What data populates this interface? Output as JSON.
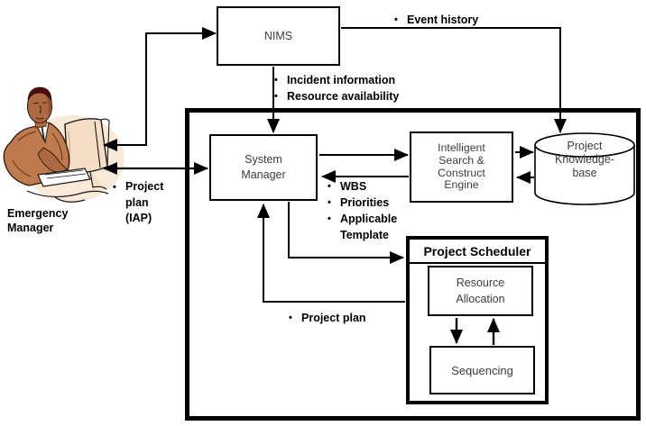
{
  "diagram": {
    "boxes": {
      "nims": {
        "label": "NIMS"
      },
      "system_manager": {
        "lines": [
          "System",
          "Manager"
        ]
      },
      "search_engine": {
        "lines": [
          "Intelligent",
          "Search &",
          "Construct",
          "Engine"
        ]
      },
      "knowledge_base": {
        "lines": [
          "Project",
          "Knowledge-",
          "base"
        ]
      },
      "project_scheduler": {
        "title": "Project Scheduler"
      },
      "resource_allocation": {
        "lines": [
          "Resource",
          "Allocation"
        ]
      },
      "sequencing": {
        "label": "Sequencing"
      }
    },
    "annotations": {
      "event_history": {
        "bullet": "•",
        "text": "Event history"
      },
      "incident_information": {
        "bullet": "•",
        "text": "Incident information"
      },
      "resource_availability": {
        "bullet": "•",
        "text": "Resource availability"
      },
      "project_plan_iap": {
        "bullet": "•",
        "lines": [
          "Project",
          "plan",
          "(IAP)"
        ]
      },
      "sm_outputs": {
        "bullet": "•",
        "items": [
          "WBS",
          "Priorities",
          "Applicable Template"
        ]
      },
      "project_plan": {
        "bullet": "•",
        "text": "Project plan"
      }
    },
    "actor": {
      "caption_lines": [
        "Emergency",
        "Manager"
      ]
    },
    "colors": {
      "line": "#000000",
      "box_text": "#3d3d3d",
      "label_text": "#000000",
      "skin": "#ad6a42",
      "jacket": "#bf7b4d",
      "hair": "#4c0f0b",
      "monitor": "#f4dfc6",
      "highlight": "#f9e9d8"
    }
  }
}
